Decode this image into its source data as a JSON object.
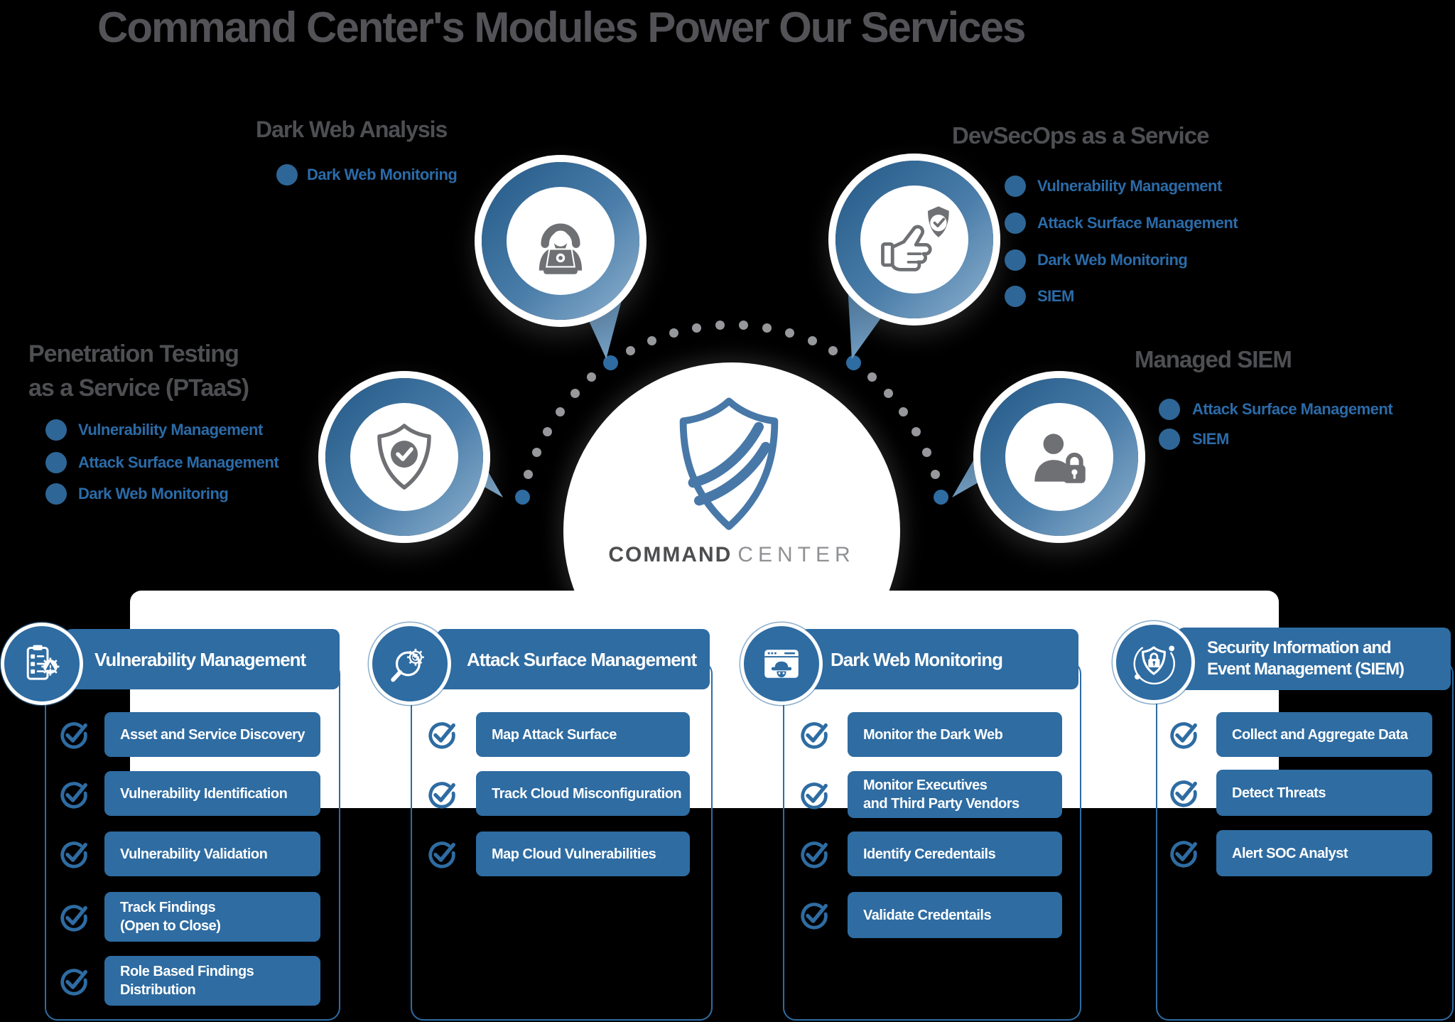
{
  "title": "Command Center's Modules Power Our Services",
  "hub": {
    "wordmark_bold": "COMMAND",
    "wordmark_light": "CENTER",
    "logo_icon": "shield-swoosh-icon"
  },
  "callouts": [
    {
      "id": "dark-web-analysis",
      "title": "Dark Web Analysis",
      "bubble_icon": "hooded-hacker-laptop-icon",
      "items": [
        "Dark Web Monitoring"
      ]
    },
    {
      "id": "devsecops-as-a-service",
      "title": "DevSecOps as a Service",
      "bubble_icon": "thumbs-up-shield-icon",
      "items": [
        "Vulnerability Management",
        "Attack Surface Management",
        "Dark Web Monitoring",
        "SIEM"
      ]
    },
    {
      "id": "ptaas",
      "title": "Penetration Testing\nas a Service (PTaaS)",
      "bubble_icon": "shield-check-icon",
      "items": [
        "Vulnerability Management",
        "Attack Surface Management",
        "Dark Web Monitoring"
      ]
    },
    {
      "id": "managed-siem",
      "title": "Managed SIEM",
      "bubble_icon": "person-padlock-icon",
      "items": [
        "Attack Surface Management",
        "SIEM"
      ]
    }
  ],
  "modules": [
    {
      "title": "Vulnerability Management",
      "badge_icon": "clipboard-checklist-gear-icon",
      "items": [
        "Asset and Service Discovery",
        "Vulnerability Identification",
        "Vulnerability Validation",
        "Track Findings\n(Open to Close)",
        "Role Based Findings\nDistribution"
      ]
    },
    {
      "title": "Attack Surface Management",
      "badge_icon": "magnifier-gear-check-icon",
      "items": [
        "Map Attack Surface",
        "Track Cloud Misconfiguration",
        "Map Cloud Vulnerabilities"
      ]
    },
    {
      "title": "Dark Web Monitoring",
      "badge_icon": "browser-spy-icon",
      "items": [
        "Monitor the Dark Web",
        "Monitor Executives\nand Third Party Vendors",
        "Identify Ceredentails",
        "Validate Credentails"
      ]
    },
    {
      "title": "Security Information and\nEvent Management (SIEM)",
      "badge_icon": "shield-padlock-orbit-icon",
      "items": [
        "Collect and Aggregate Data",
        "Detect Threats",
        "Alert SOC Analyst"
      ]
    }
  ],
  "colors": {
    "module_blue": "#2E6CA2",
    "bullet_dot_blue": "#2E6697",
    "bullet_text_blue": "#2B6BA8",
    "heading_gray": "#4E4F52",
    "title_gray": "#525257",
    "icon_gray": "#6F7073",
    "arc_dot_gray": "#97989B",
    "panel_white": "#FFFFFF",
    "background": "#000000"
  }
}
